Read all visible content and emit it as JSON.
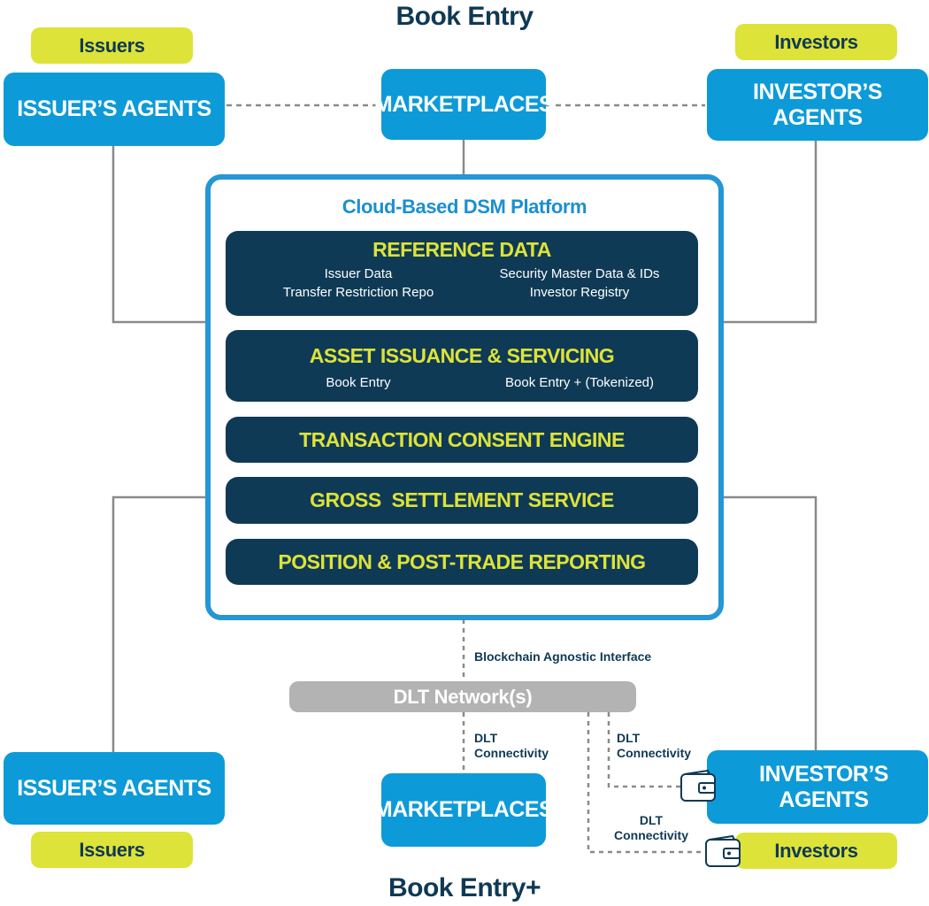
{
  "titles": {
    "top": "Book Entry",
    "bottom": "Book Entry+"
  },
  "labels": {
    "issuers": "Issuers",
    "investors": "Investors"
  },
  "agents": {
    "issuer": "ISSUER’S AGENTS",
    "investor": "INVESTOR’S AGENTS",
    "marketplaces": "MARKETPLACES"
  },
  "platform": {
    "title": "Cloud-Based DSM Platform",
    "layers": [
      {
        "title": "REFERENCE DATA",
        "items": [
          "Issuer Data",
          "Security Master Data & IDs",
          "Transfer Restriction Repo",
          "Investor Registry"
        ]
      },
      {
        "title": "ASSET ISSUANCE & SERVICING",
        "items": [
          "Book Entry",
          "Book Entry + (Tokenized)"
        ]
      },
      {
        "title": "TRANSACTION CONSENT ENGINE"
      },
      {
        "title": "GROSS  SETTLEMENT SERVICE"
      },
      {
        "title": "POSITION & POST-TRADE REPORTING"
      }
    ]
  },
  "dlt": {
    "interface": "Blockchain Agnostic Interface",
    "network": "DLT Network(s)",
    "connectivity_line1": "DLT",
    "connectivity_line2": "Connectivity"
  },
  "colors": {
    "agent_blue": "#0d9ad8",
    "pill_yellow": "#dde338",
    "navy": "#0f3a56",
    "platform_border": "#2596d6",
    "network_gray": "#b3b3b3"
  },
  "icons": [
    "wallet-icon"
  ]
}
